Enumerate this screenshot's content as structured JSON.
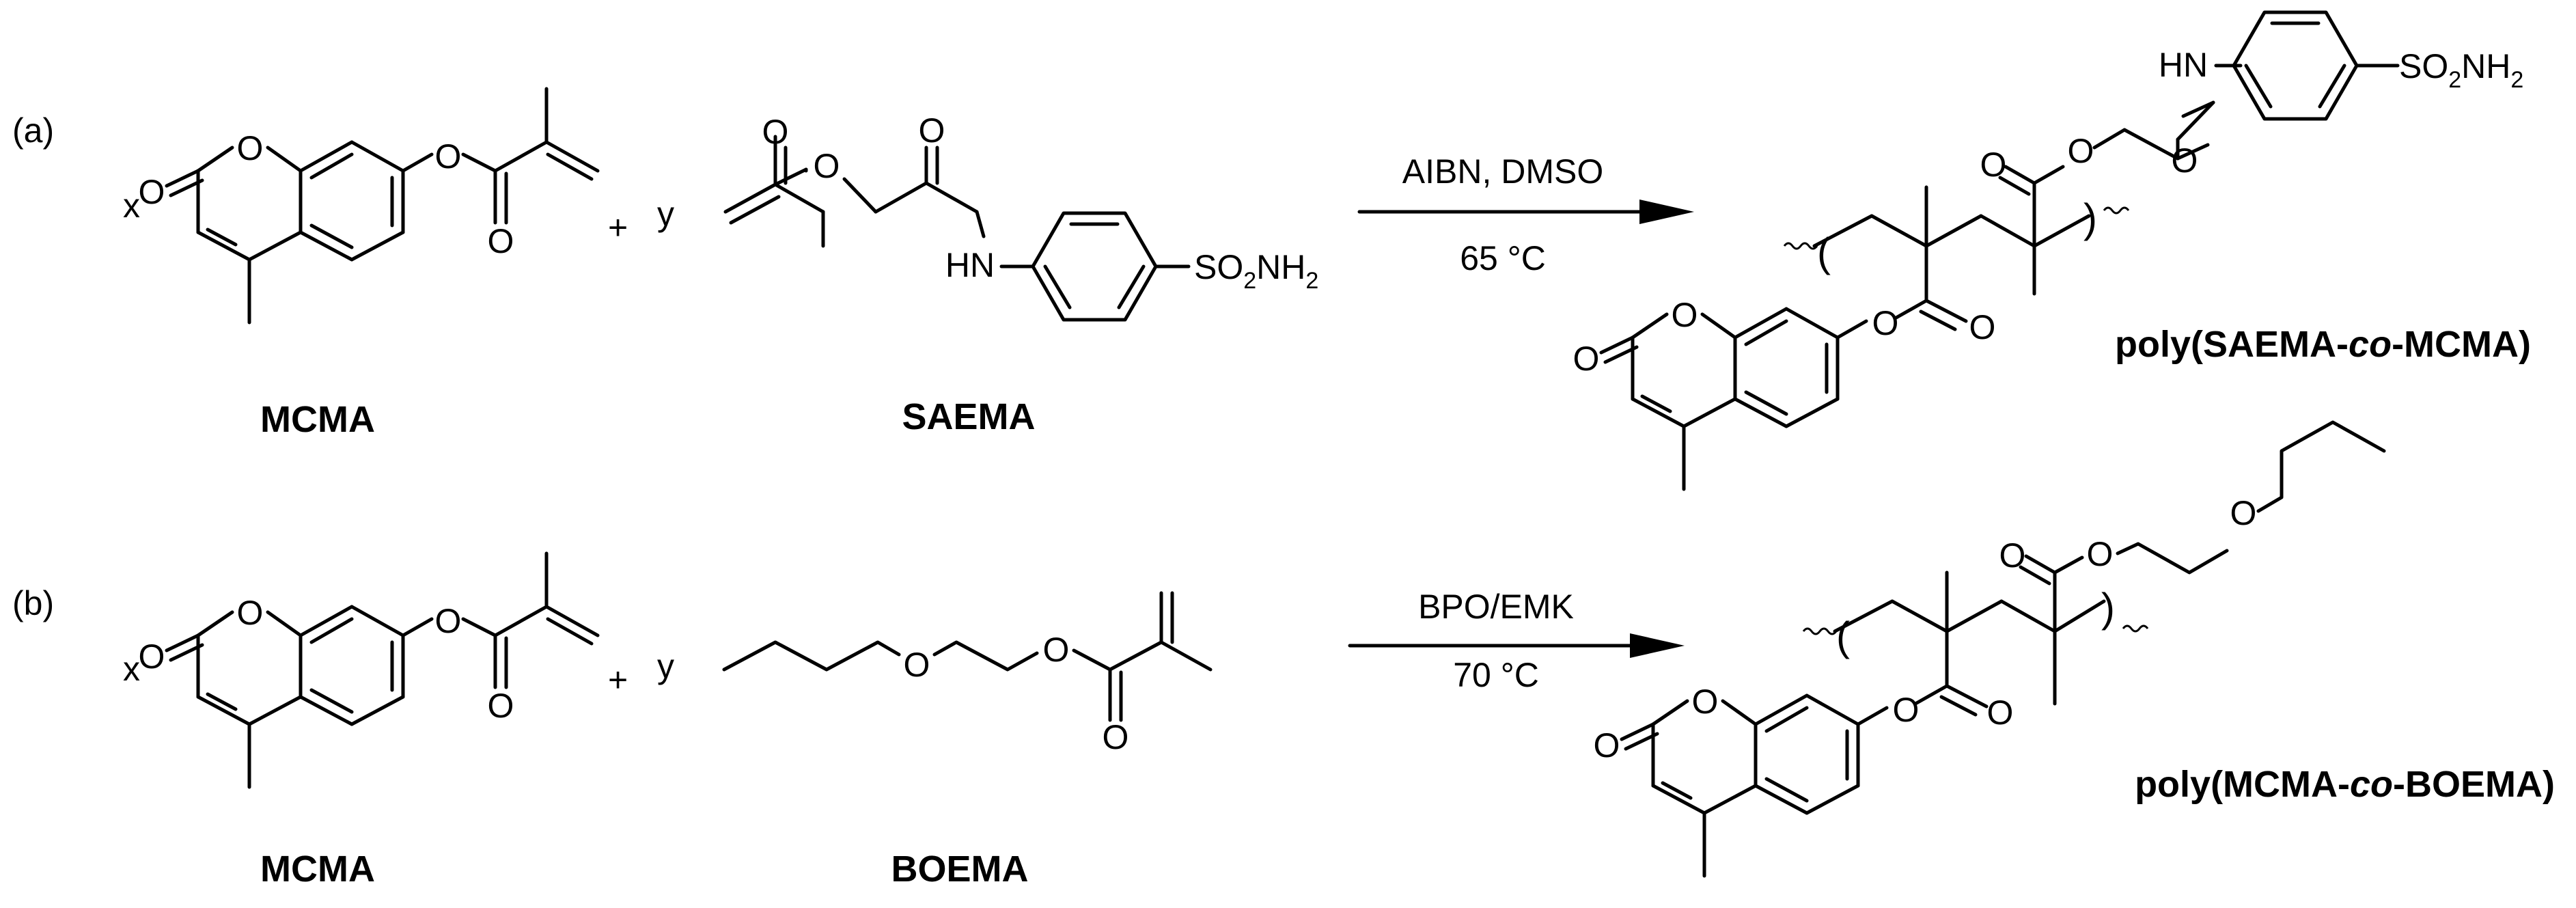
{
  "panel_a": {
    "label": "(a)",
    "x_coef": "x",
    "plus": "+",
    "y_coef": "y",
    "monomer1_name": "MCMA",
    "monomer2_name": "SAEMA",
    "conditions_top": "AIBN, DMSO",
    "conditions_bottom": "65 °C",
    "product_name": "poly(SAEMA-co-MCMA)",
    "product_name_italic": "co"
  },
  "panel_b": {
    "label": "(b)",
    "x_coef": "x",
    "plus": "+",
    "y_coef": "y",
    "monomer1_name": "MCMA",
    "monomer2_name": "BOEMA",
    "conditions_top": "BPO/EMK",
    "conditions_bottom": "70 °C",
    "product_name": "poly(MCMA-co-BOEMA)",
    "product_name_italic": "co"
  },
  "atoms": {
    "O": "O",
    "HN": "HN",
    "SO2NH2": "SO2NH2"
  }
}
